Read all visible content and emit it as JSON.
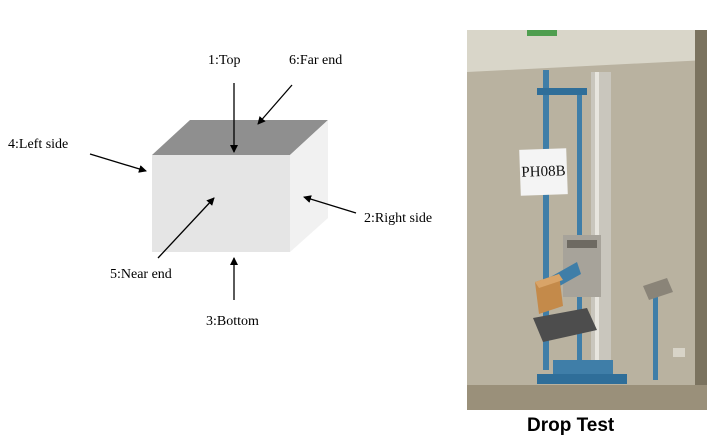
{
  "diagram": {
    "labels": {
      "top": "1:Top",
      "far_end": "6:Far end",
      "left_side": "4:Left side",
      "right_side": "2:Right side",
      "near_end": "5:Near end",
      "bottom": "3:Bottom"
    },
    "box_colors": {
      "top": "#8f8f8f",
      "front": "#e5e5e5",
      "side": "#f1f1f1"
    }
  },
  "photo": {
    "sign_text": "PH08B",
    "caption": "Drop Test"
  }
}
